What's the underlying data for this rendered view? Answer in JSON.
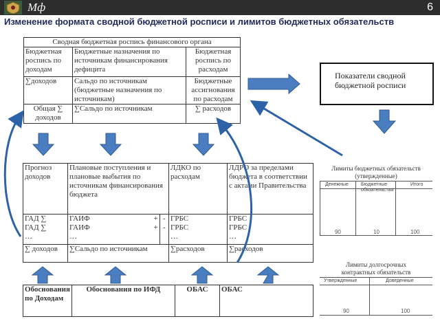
{
  "header": {
    "brand": "Мф",
    "page_number": "6"
  },
  "title": "Изменение формата сводной бюджетной росписи и лимитов бюджетных обязательств",
  "top_table": {
    "caption": "Сводная бюджетная роспись финансового органа",
    "row1": [
      "Бюджетная роспись по доходам",
      "Бюджетные назначения по источникам финансирования дефицита",
      "Бюджетная роспись по расходам"
    ],
    "row2": [
      "∑доходов",
      "Сальдо по источникам (бюджетные назначения по источникам)",
      "Бюджетные ассигнования по расходам"
    ],
    "row3": [
      "Общая ∑ доходов",
      "∑Сальдо по источникам",
      "∑ расходов"
    ]
  },
  "indicator_box": {
    "line1": "Показатели сводной",
    "line2": "бюджетной росписи"
  },
  "mid_table": {
    "headers": [
      "Прогноз доходов",
      "Плановые поступления и плановые выбытия по источникам финансирования бюджета",
      "ЛДКО по расходам",
      "ЛДРО за пределами бюджета в соответствии с актами Правительства"
    ],
    "row2": {
      "col1": [
        "ГАД ∑",
        "ГАД ∑",
        "…"
      ],
      "col2": [
        "ГАИФ",
        "ГАИФ",
        "…"
      ],
      "signs_a": [
        "+",
        "+"
      ],
      "signs_b": [
        "-",
        "-"
      ],
      "col3": [
        "ГРБС",
        "ГРБС",
        "…"
      ],
      "col4": [
        "ГРБС",
        "ГРБС",
        "…"
      ]
    },
    "row3": [
      "∑ доходов",
      "∑Сальдо по источникам",
      "∑расходов",
      "∑расходов"
    ]
  },
  "bottom_table": {
    "cells": [
      "Обоснования по Доходам",
      "Обоснования по ИФД",
      "ОБАС",
      "ОБАС"
    ]
  },
  "doc_limits": {
    "title_line1": "Лимиты бюджетных обязательств",
    "title_line2": "(утвержденные)",
    "col_headers": [
      "Денежные",
      "Бюджетные обязательства",
      "Итого"
    ],
    "values": [
      "90",
      "10",
      "100"
    ],
    "title2_line1": "Лимиты бюджетных",
    "title2_line2": "обязательств"
  },
  "doc_longterm": {
    "title_line1": "Лимиты долгосрочных",
    "title_line2": "контрактных обязательств",
    "col_headers": [
      "Утвержденные",
      "Доведенные"
    ],
    "values": [
      "90",
      "100"
    ]
  },
  "colors": {
    "topbar": "#2d2d2d",
    "title": "#1d2a5a",
    "arrow_fill": "#4a7ec0",
    "arrow_stroke": "#2d5a91",
    "curve": "#2e62a8"
  }
}
